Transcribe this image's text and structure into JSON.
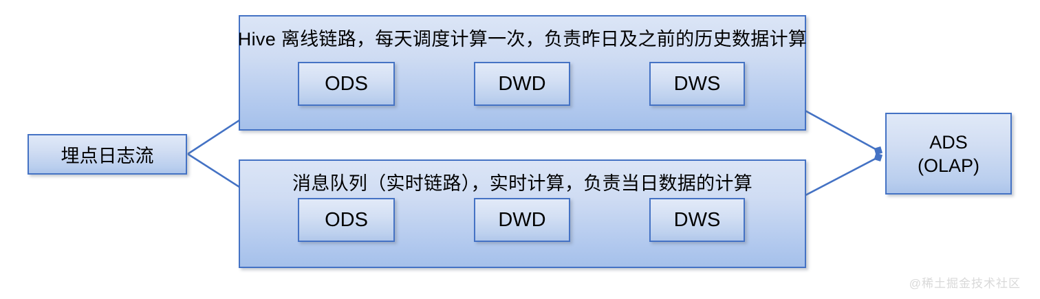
{
  "diagram": {
    "title_text": "",
    "colors": {
      "edge": "#4472c4",
      "node_border": "#4472c4",
      "panel_fill_top": "#dbe5f6",
      "panel_fill_bottom": "#a5c0ea",
      "box_fill_top": "#e2eaf8",
      "box_fill_bottom": "#b0c7ea",
      "text": "#000000",
      "watermark": "#d9d9d9",
      "background": "#ffffff"
    },
    "source": {
      "label": "埋点日志流"
    },
    "panels": [
      {
        "id": "offline",
        "caption": "Hive 离线链路，每天调度计算一次，负责昨日及之前的历史数据计算",
        "stages": [
          {
            "label": "ODS"
          },
          {
            "label": "DWD"
          },
          {
            "label": "DWS"
          }
        ]
      },
      {
        "id": "realtime",
        "caption": "消息队列（实时链路），实时计算，负责当日数据的计算",
        "stages": [
          {
            "label": "ODS"
          },
          {
            "label": "DWD"
          },
          {
            "label": "DWS"
          }
        ]
      }
    ],
    "sink": {
      "line1": "ADS",
      "line2": "(OLAP)"
    },
    "watermark": "@稀土掘金技术社区"
  }
}
